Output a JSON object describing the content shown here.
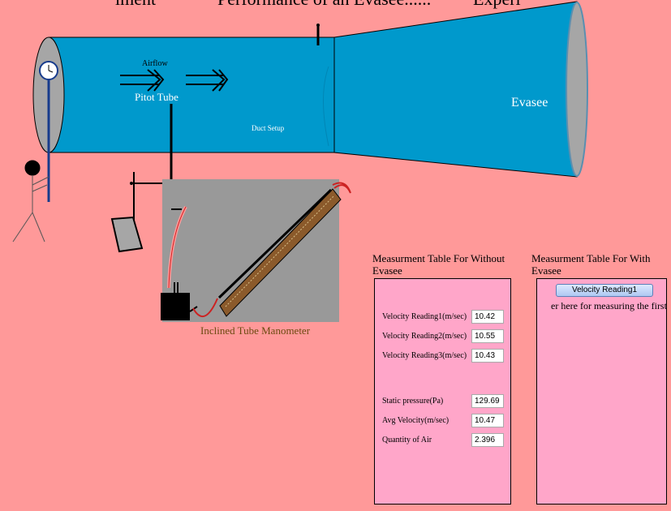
{
  "header": {
    "title_left": "iment",
    "title_main": "Performance of an Evasee......",
    "title_right": "Experi"
  },
  "scene": {
    "airflow_label": "Airflow",
    "pitot_label": "Pitot Tube",
    "duct_label": "Duct Setup",
    "evasee_label": "Evasee",
    "manometer_label": "Inclined Tube Manometer"
  },
  "panel_without": {
    "heading": "Measurment Table For Without Evasee",
    "rows": [
      {
        "label": "Velocity Reading1(m/sec)",
        "value": "10.42"
      },
      {
        "label": "Velocity Reading2(m/sec)",
        "value": "10.55"
      },
      {
        "label": "Velocity Reading3(m/sec)",
        "value": "10.43"
      },
      {
        "label": "Static pressure(Pa)",
        "value": "129.69"
      },
      {
        "label": "Avg Velocity(m/sec)",
        "value": "10.47"
      },
      {
        "label": "Quantity of Air",
        "value": "2.396"
      }
    ]
  },
  "panel_with": {
    "heading": "Measurment Table For With Evasee",
    "button_label": "Velocity Reading1",
    "hint": "er here for measuring the first"
  },
  "colors": {
    "background": "#ff9999",
    "duct": "#0099cc",
    "panel": "#ffa6c9",
    "manometer_bg": "#999999",
    "manometer_label": "#6b4a10"
  },
  "icons": [
    "pressure-gauge-icon",
    "operator-figure-icon",
    "airflow-arrow-icon",
    "ruler-scale-icon"
  ]
}
